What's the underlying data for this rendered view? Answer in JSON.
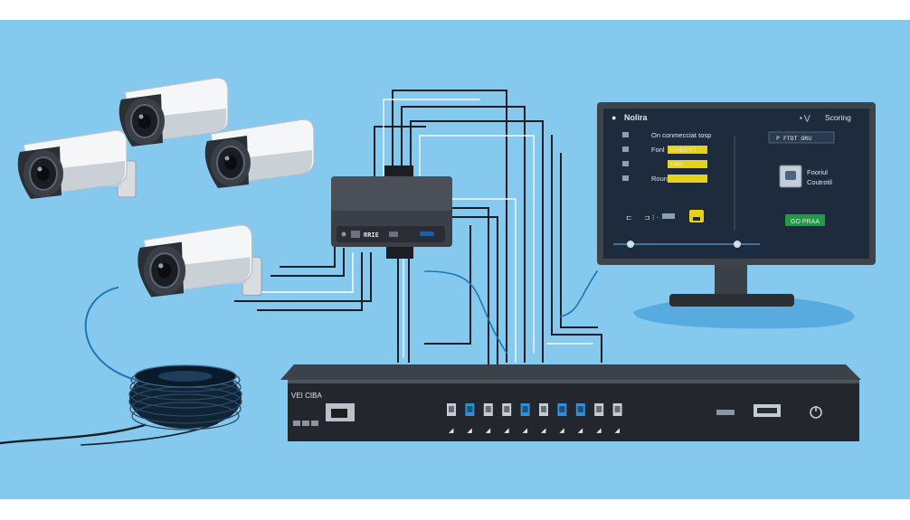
{
  "monitor": {
    "brand": "Nolira",
    "header_right": "Scoring",
    "rows": [
      {
        "label": "On conmecciat tosp"
      },
      {
        "label": "Fonl",
        "chip": "SCHDEFCT"
      },
      {
        "label": "",
        "chip": "FMMY"
      },
      {
        "label": "Roun Ocur",
        "chip": ""
      }
    ],
    "status_chip": "P FTOT ORU",
    "panel_label_1": "Fooriul",
    "panel_label_2": "Coutrotil",
    "action_button": "GO PRAA"
  },
  "switch": {
    "label": "RRIE"
  },
  "nvr": {
    "label": "VEI CIBA"
  },
  "wires_header": "",
  "colors": {
    "sky": "#86c9ef",
    "device_dark": "#2e3138",
    "screen": "#1d2b3d",
    "accent_green": "#1f9b46",
    "accent_yellow": "#e6d21c",
    "port_blue": "#2f8fd8"
  },
  "icons": [
    "camera-icon",
    "cable-coil-icon",
    "network-switch-icon",
    "monitor-icon",
    "nvr-icon",
    "power-icon"
  ]
}
